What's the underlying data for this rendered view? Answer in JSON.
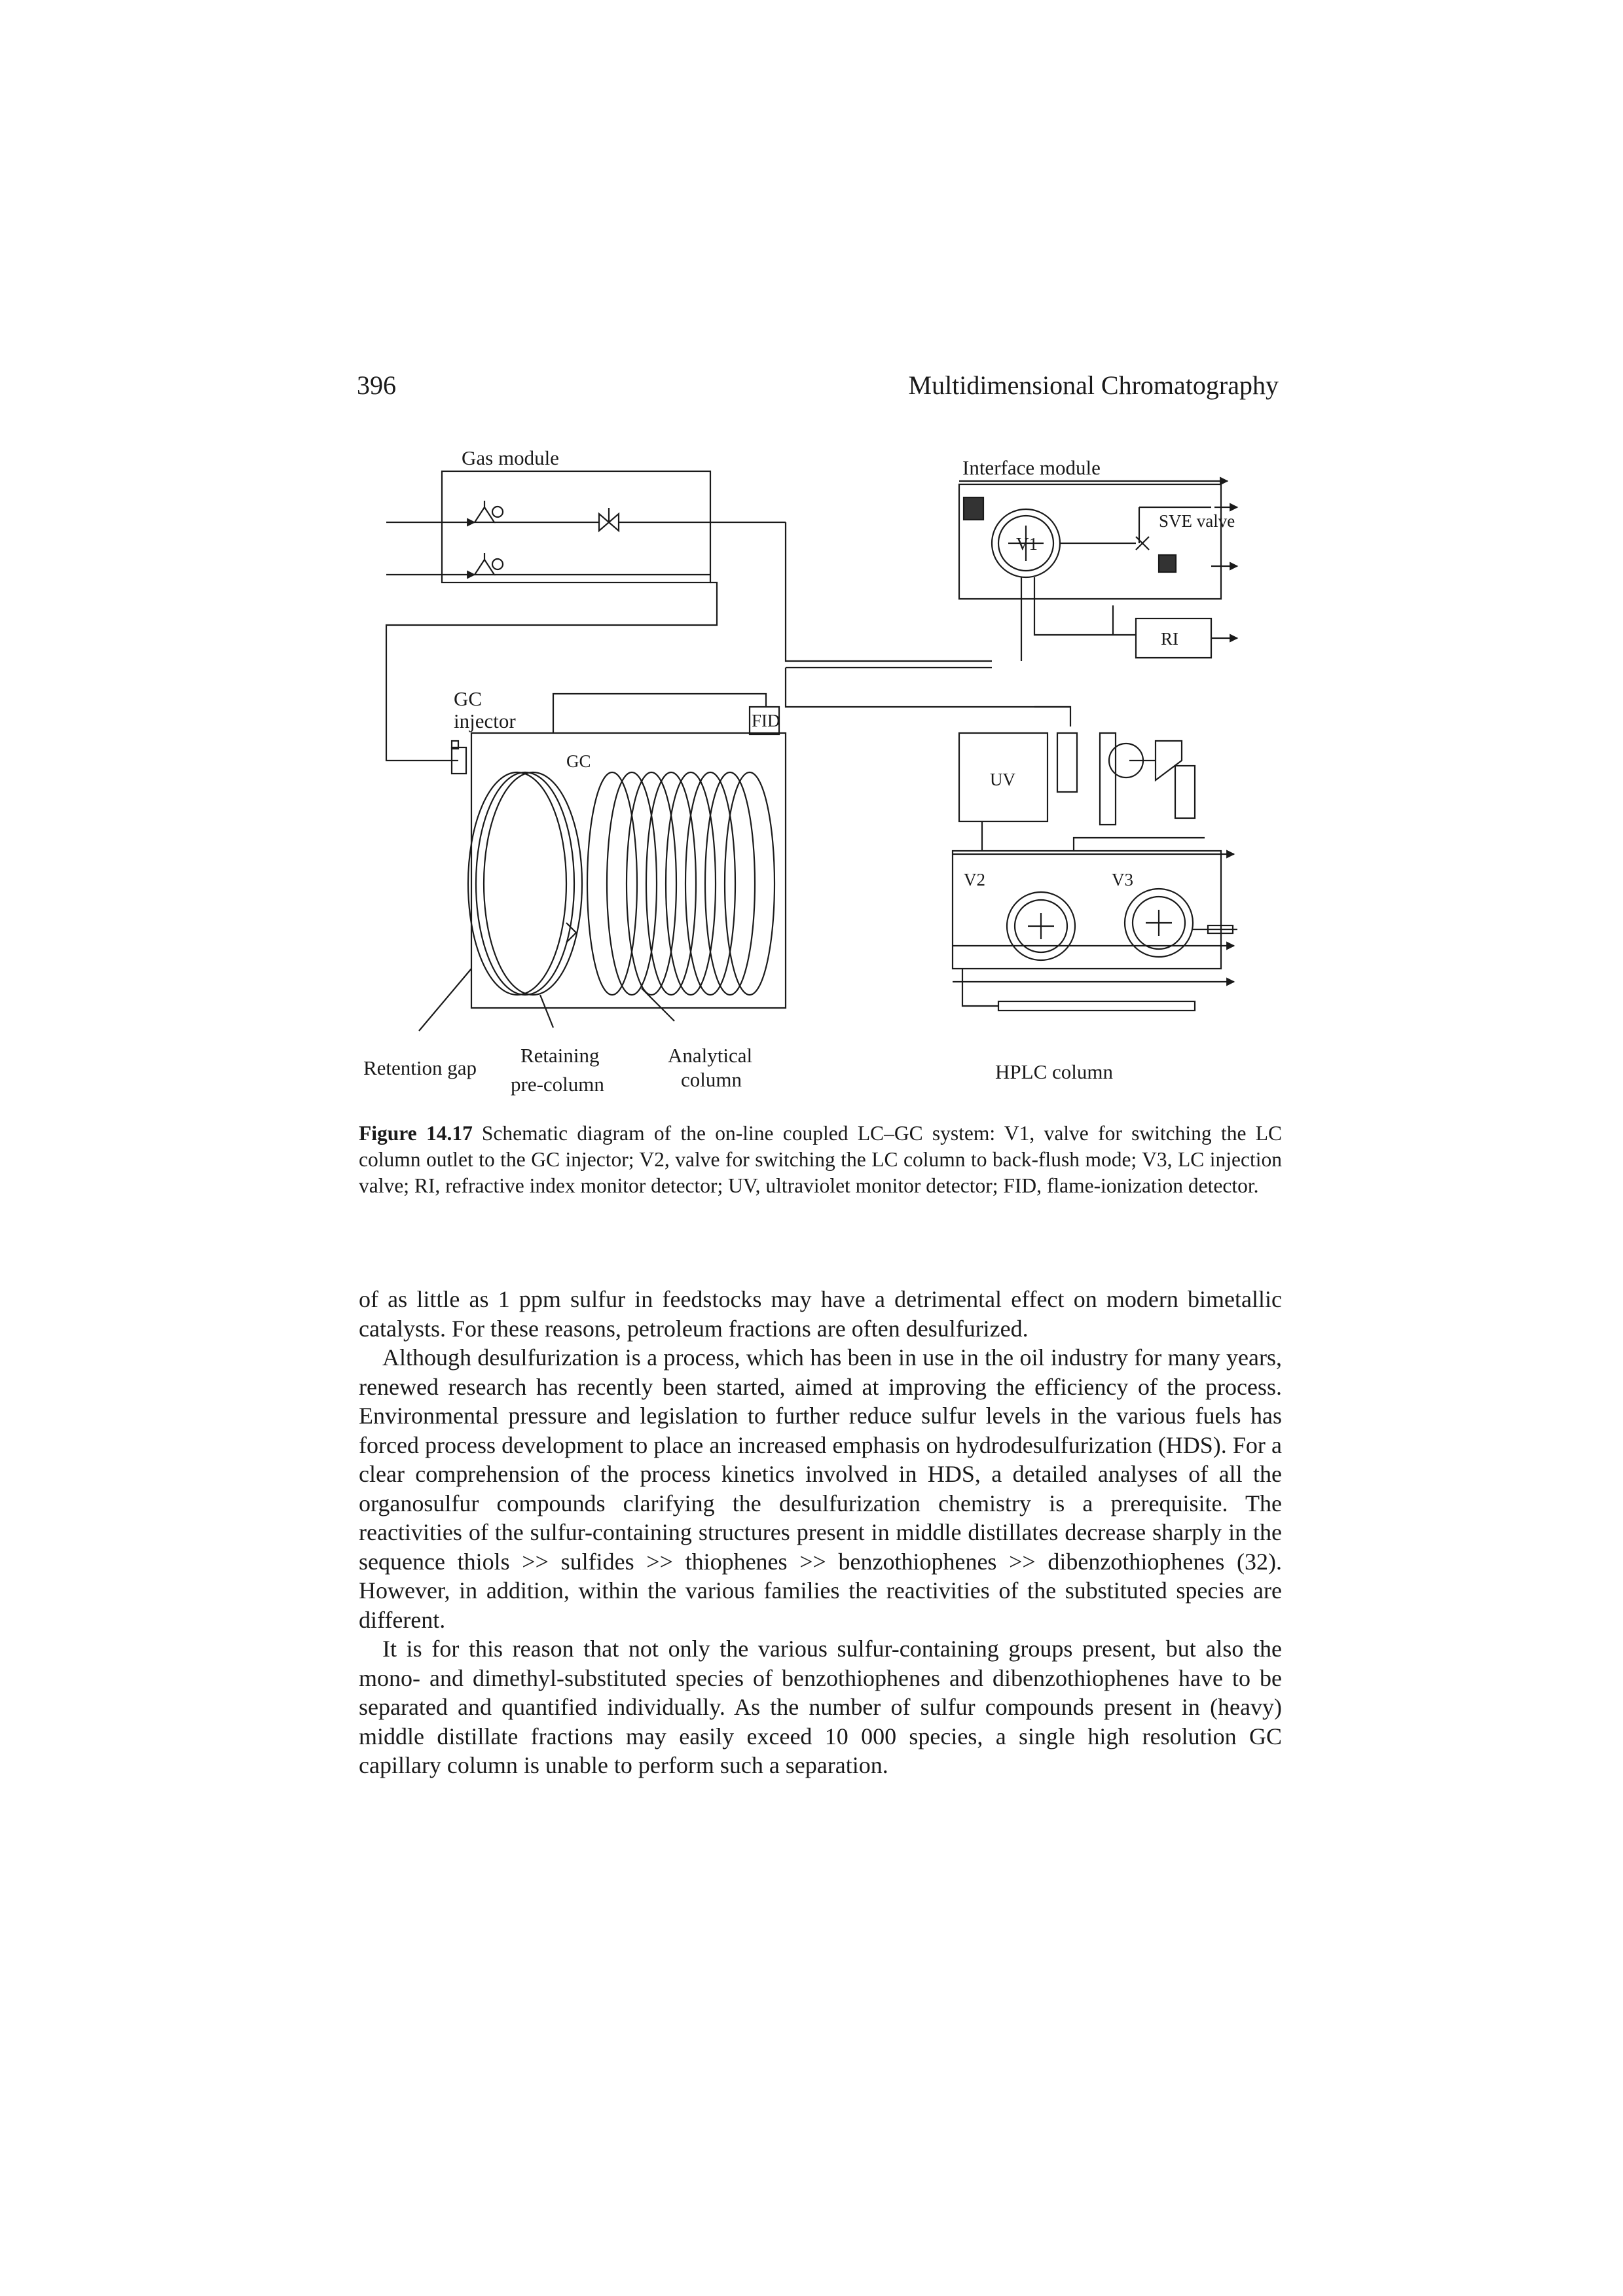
{
  "header": {
    "page_number": "396",
    "running_head": "Multidimensional Chromatography"
  },
  "figure": {
    "labels": {
      "gas_module": "Gas module",
      "interface_module": "Interface module",
      "sve_valve": "SVE valve",
      "v1": "V1",
      "ri": "RI",
      "gc_injector_line1": "GC",
      "gc_injector_line2": "injector",
      "fid": "FID",
      "gc": "GC",
      "uv": "UV",
      "v2": "V2",
      "v3": "V3",
      "retention_gap": "Retention gap",
      "retaining_line1": "Retaining",
      "retaining_line2": "pre-column",
      "analytical_line1": "Analytical",
      "analytical_line2": "column",
      "hplc_column": "HPLC column"
    },
    "caption_label": "Figure 14.17",
    "caption_text": "Schematic diagram of the on-line coupled LC–GC system: V1, valve for switching the LC column outlet to the GC injector; V2, valve for switching the LC column to back-flush mode; V3, LC injection valve; RI, refractive index monitor detector; UV, ultraviolet monitor detector; FID, flame-ionization detector."
  },
  "body": {
    "paragraphs": [
      "of as little as 1 ppm sulfur in feedstocks may have a detrimental effect on modern bimetallic catalysts. For these reasons, petroleum fractions are often desulfurized.",
      "Although desulfurization is a process, which has been in use in the oil industry for many years, renewed research has recently been started, aimed at improving the efficiency of the process. Environmental pressure and legislation to further reduce sulfur levels in the various fuels has forced process development to place an increased emphasis on hydrodesulfurization (HDS). For a clear comprehension of the process kinetics involved in HDS, a detailed analyses of all the organosulfur compounds clarifying the desulfurization chemistry is a prerequisite. The reactivities of the sulfur-containing structures present in middle distillates decrease sharply in the sequence thiols >> sulfides >> thiophenes >> benzothiophenes >> dibenzothiophenes (32). However, in addition, within the various families the reactivities of the substituted species are different.",
      "It is for this reason that not only the various sulfur-containing groups present, but also the mono- and dimethyl-substituted species of benzothiophenes and dibenzothiophenes have to be separated and quantified individually. As the number of sulfur compounds present in (heavy) middle distillate fractions may easily exceed 10 000 species, a single high resolution GC capillary column is unable to perform such a separation."
    ]
  }
}
